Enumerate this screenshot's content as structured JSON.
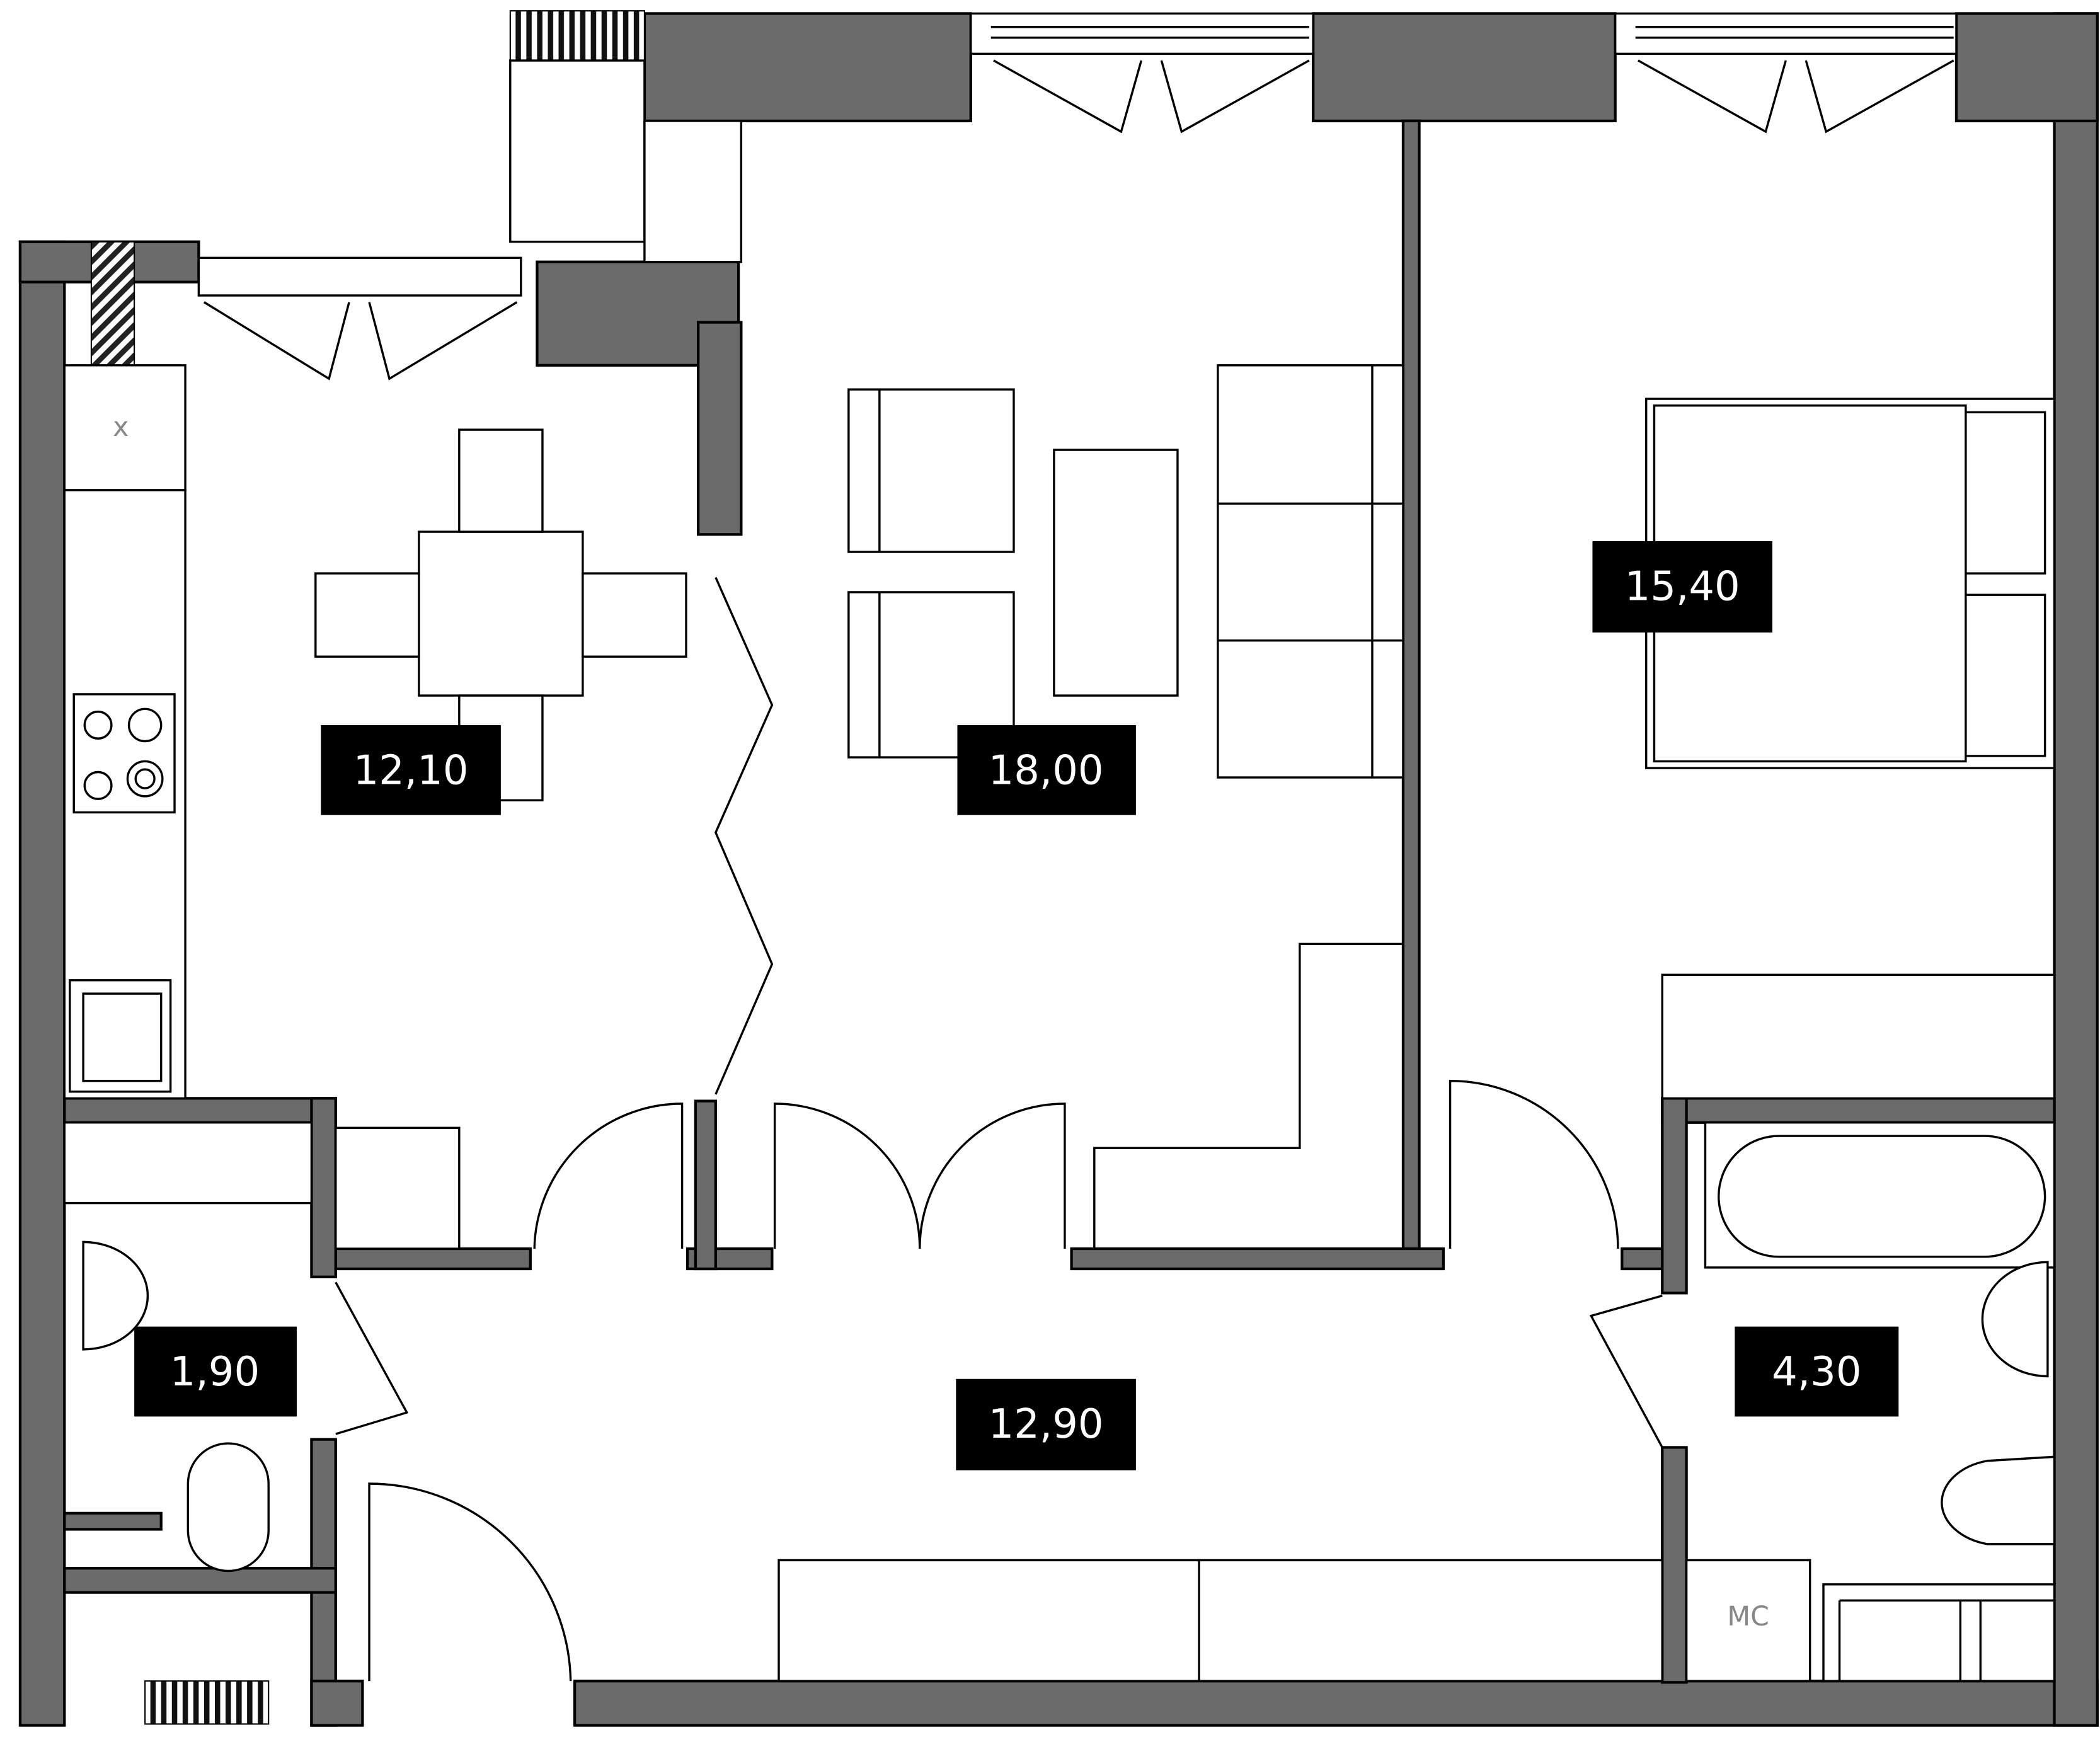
{
  "plan": {
    "rooms": [
      {
        "name": "kitchen",
        "area": "12,10"
      },
      {
        "name": "living-room",
        "area": "18,00"
      },
      {
        "name": "bedroom",
        "area": "15,40"
      },
      {
        "name": "wc",
        "area": "1,90"
      },
      {
        "name": "hallway",
        "area": "12,90"
      },
      {
        "name": "bathroom",
        "area": "4,30"
      }
    ],
    "marks": {
      "kitchen_x": "x",
      "mc": "MC"
    }
  }
}
